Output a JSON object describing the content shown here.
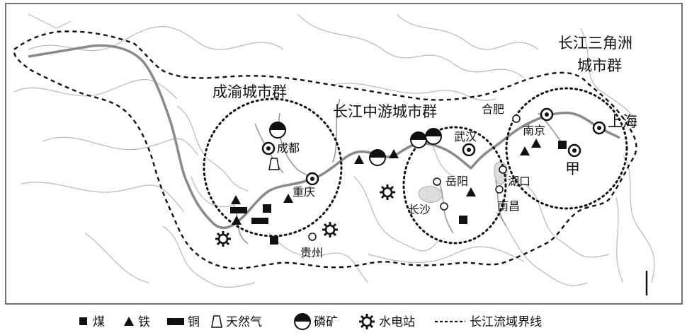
{
  "region_labels": {
    "chengyu": "成渝城市群",
    "middle": "长江中游城市群",
    "delta_line1": "长江三角洲",
    "delta_line2": "城市群"
  },
  "cities": {
    "chengdu": "成都",
    "chongqing": "重庆",
    "guiyang": "贵州",
    "wuhan": "武汉",
    "yueyang": "岳阳",
    "changsha": "长沙",
    "hefei": "合肥",
    "nanjing": "南京",
    "shanghai": "上海",
    "hukou": "湖口",
    "nanchang": "南昌",
    "jia": "甲"
  },
  "legend": {
    "coal": "煤",
    "iron": "铁",
    "copper": "铜",
    "gas": "天然气",
    "phosphate": "磷矿",
    "hydro": "水电站",
    "boundary": "长江流域界线"
  },
  "colors": {
    "river": "#8a8a8a",
    "terrain": "#b8b8b8",
    "ink": "#111111"
  }
}
